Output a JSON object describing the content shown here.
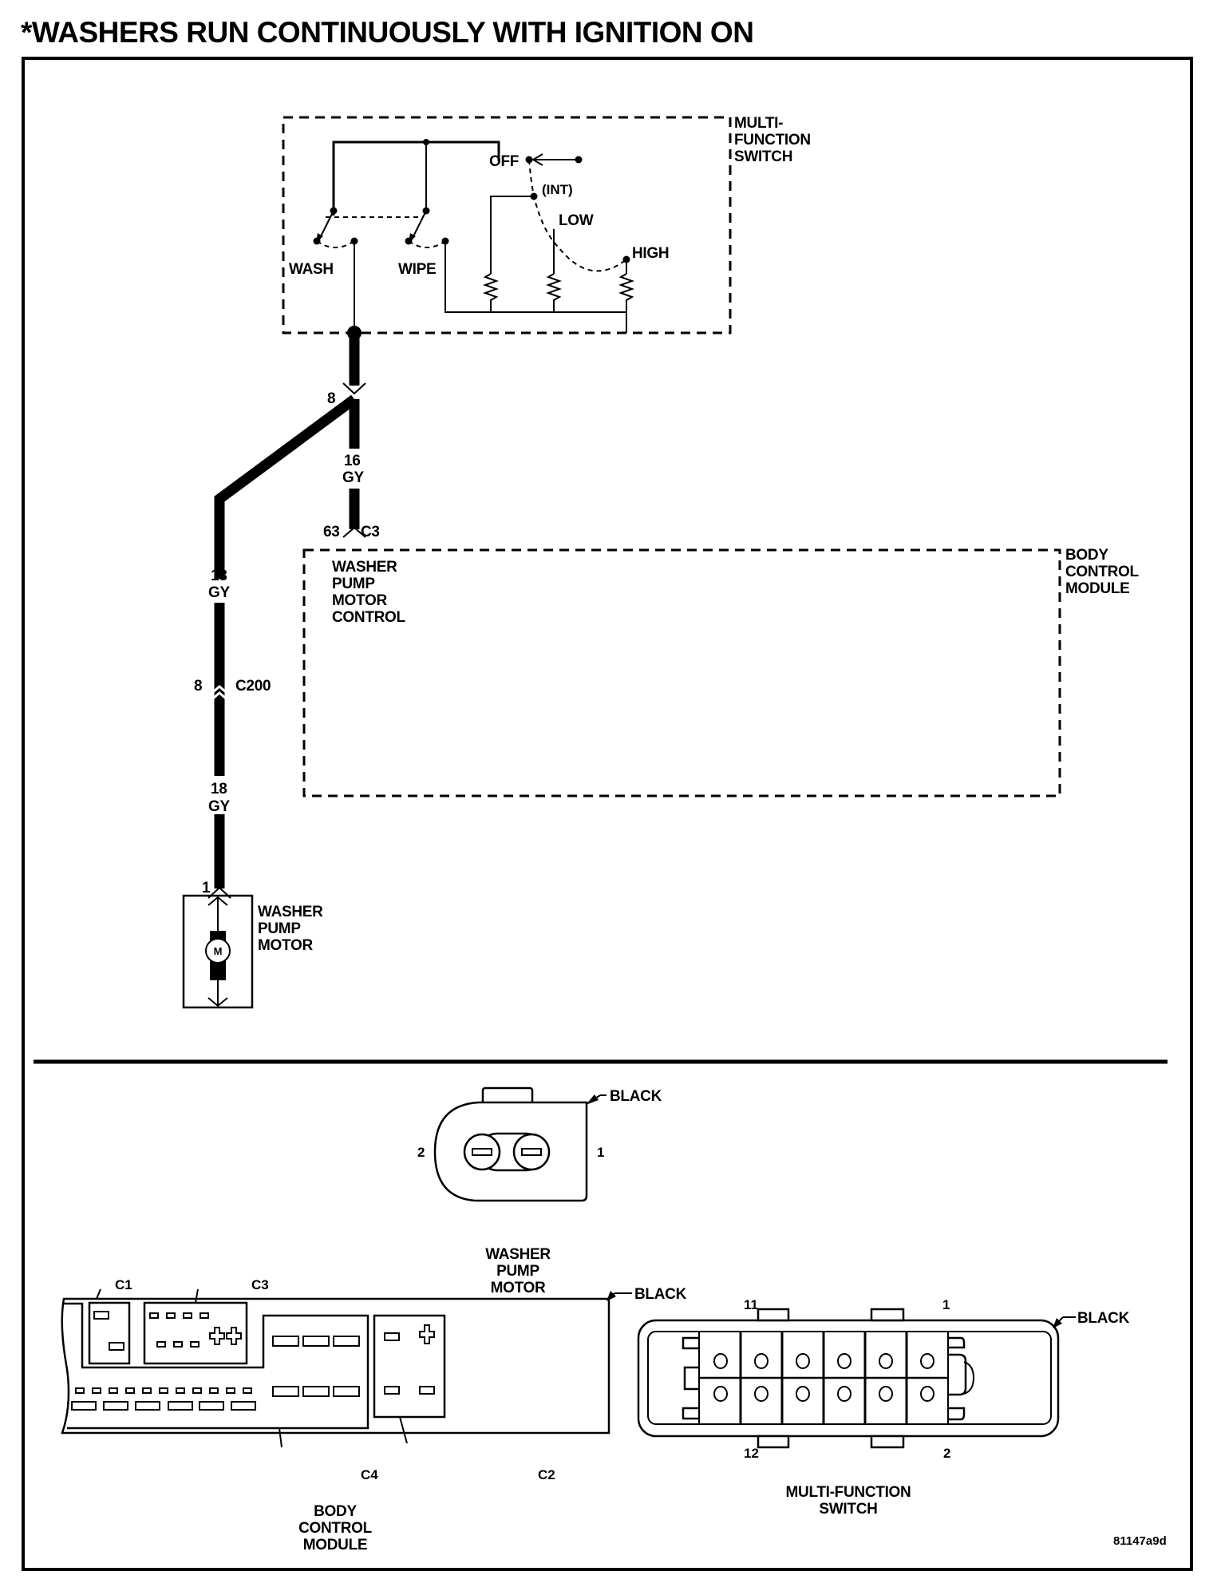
{
  "title": "*WASHERS RUN CONTINUOUSLY WITH IGNITION ON",
  "figure_id": "81147a9d",
  "schematic": {
    "multi_function_switch": {
      "label": [
        "MULTI-",
        "FUNCTION",
        "SWITCH"
      ],
      "positions": {
        "off": "OFF",
        "int": "(INT)",
        "low": "LOW",
        "high": "HIGH",
        "wash": "WASH",
        "wipe": "WIPE"
      }
    },
    "splice_pin": "8",
    "wire_16": {
      "gauge": "16",
      "color": "GY"
    },
    "bcm_connector": {
      "pin": "63",
      "connector": "C3"
    },
    "body_control_module": {
      "label": [
        "BODY",
        "CONTROL",
        "MODULE"
      ],
      "function_label": [
        "WASHER",
        "PUMP",
        "MOTOR",
        "CONTROL"
      ]
    },
    "wire_18_upper": {
      "gauge": "18",
      "color": "GY"
    },
    "inline_connector": {
      "pin": "8",
      "connector": "C200"
    },
    "wire_18_lower": {
      "gauge": "18",
      "color": "GY"
    },
    "washer_pump_motor": {
      "pin": "1",
      "label": [
        "WASHER",
        "PUMP",
        "MOTOR"
      ],
      "symbol": "M"
    }
  },
  "connector_views": {
    "washer_pump_motor": {
      "color_label": "BLACK",
      "pin_left": "2",
      "pin_right": "1",
      "label": [
        "WASHER",
        "PUMP",
        "MOTOR"
      ]
    },
    "body_control_module": {
      "color_label": "BLACK",
      "connectors": [
        "C1",
        "C3",
        "C4",
        "C2"
      ],
      "label": [
        "BODY",
        "CONTROL",
        "MODULE"
      ]
    },
    "multi_function_switch": {
      "color_label": "BLACK",
      "pin_top_left": "11",
      "pin_top_right": "1",
      "pin_bottom_left": "12",
      "pin_bottom_right": "2",
      "label": [
        "MULTI-FUNCTION",
        "SWITCH"
      ]
    }
  }
}
